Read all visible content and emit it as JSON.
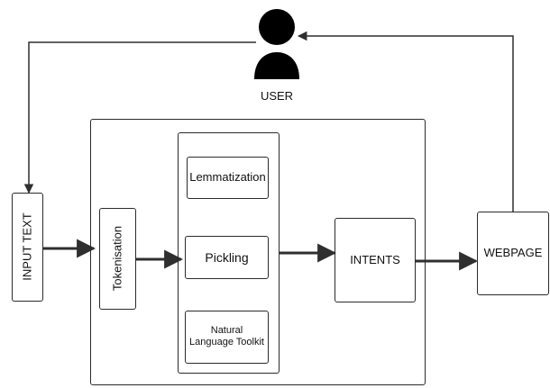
{
  "diagram": {
    "user_label": "USER",
    "input_text": "INPUT TEXT",
    "tokenisation": "Tokenisation",
    "lemmatization": "Lemmatization",
    "pickling": "Pickling",
    "nltk": "Natural\nLanguage Toolkit",
    "intents": "INTENTS",
    "webpage": "WEBPAGE",
    "user_icon": "person-icon",
    "line_color": "#2f2f2f"
  }
}
